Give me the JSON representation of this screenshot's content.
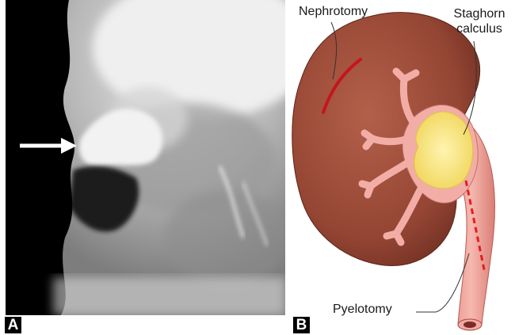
{
  "panels": {
    "a": {
      "letter": "A"
    },
    "b": {
      "letter": "B"
    }
  },
  "labels": {
    "nephrotomy": "Nephrotomy",
    "staghorn_line1": "Staghorn",
    "staghorn_line2": "calculus",
    "pyelotomy": "Pyelotomy"
  },
  "colors": {
    "kidney": "#9b4a38",
    "kidney_dark": "#6e2f22",
    "pelvis": "#f0a8a0",
    "calculus": "#f5e27a",
    "incision": "#d11a1a"
  },
  "icons": {
    "arrow": "right-arrow-icon"
  }
}
